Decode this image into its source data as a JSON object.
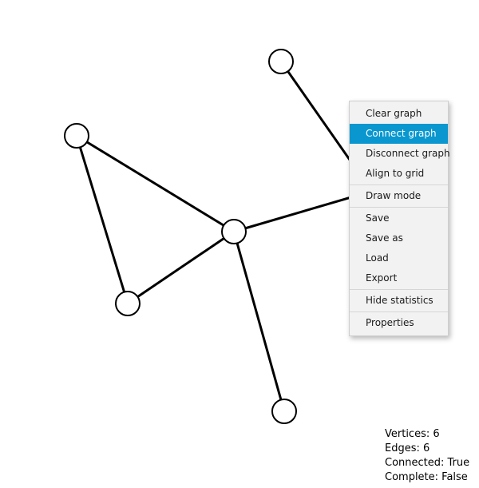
{
  "graph": {
    "vertex_count": 6,
    "edge_count": 6
  },
  "menu": {
    "items": [
      {
        "label": "Clear graph"
      },
      {
        "label": "Connect graph",
        "selected": true
      },
      {
        "label": "Disconnect graph"
      },
      {
        "label": "Align to grid"
      },
      {
        "label": "Draw mode"
      },
      {
        "label": "Save"
      },
      {
        "label": "Save as"
      },
      {
        "label": "Load"
      },
      {
        "label": "Export"
      },
      {
        "label": "Hide statistics"
      },
      {
        "label": "Properties"
      }
    ]
  },
  "stats": {
    "vertices": "Vertices: 6",
    "edges": "Edges: 6",
    "connected": "Connected: True",
    "complete": "Complete: False"
  },
  "colors": {
    "menu_highlight": "#0a97cf",
    "menu_background": "#f2f2f2",
    "stroke": "#000000"
  }
}
